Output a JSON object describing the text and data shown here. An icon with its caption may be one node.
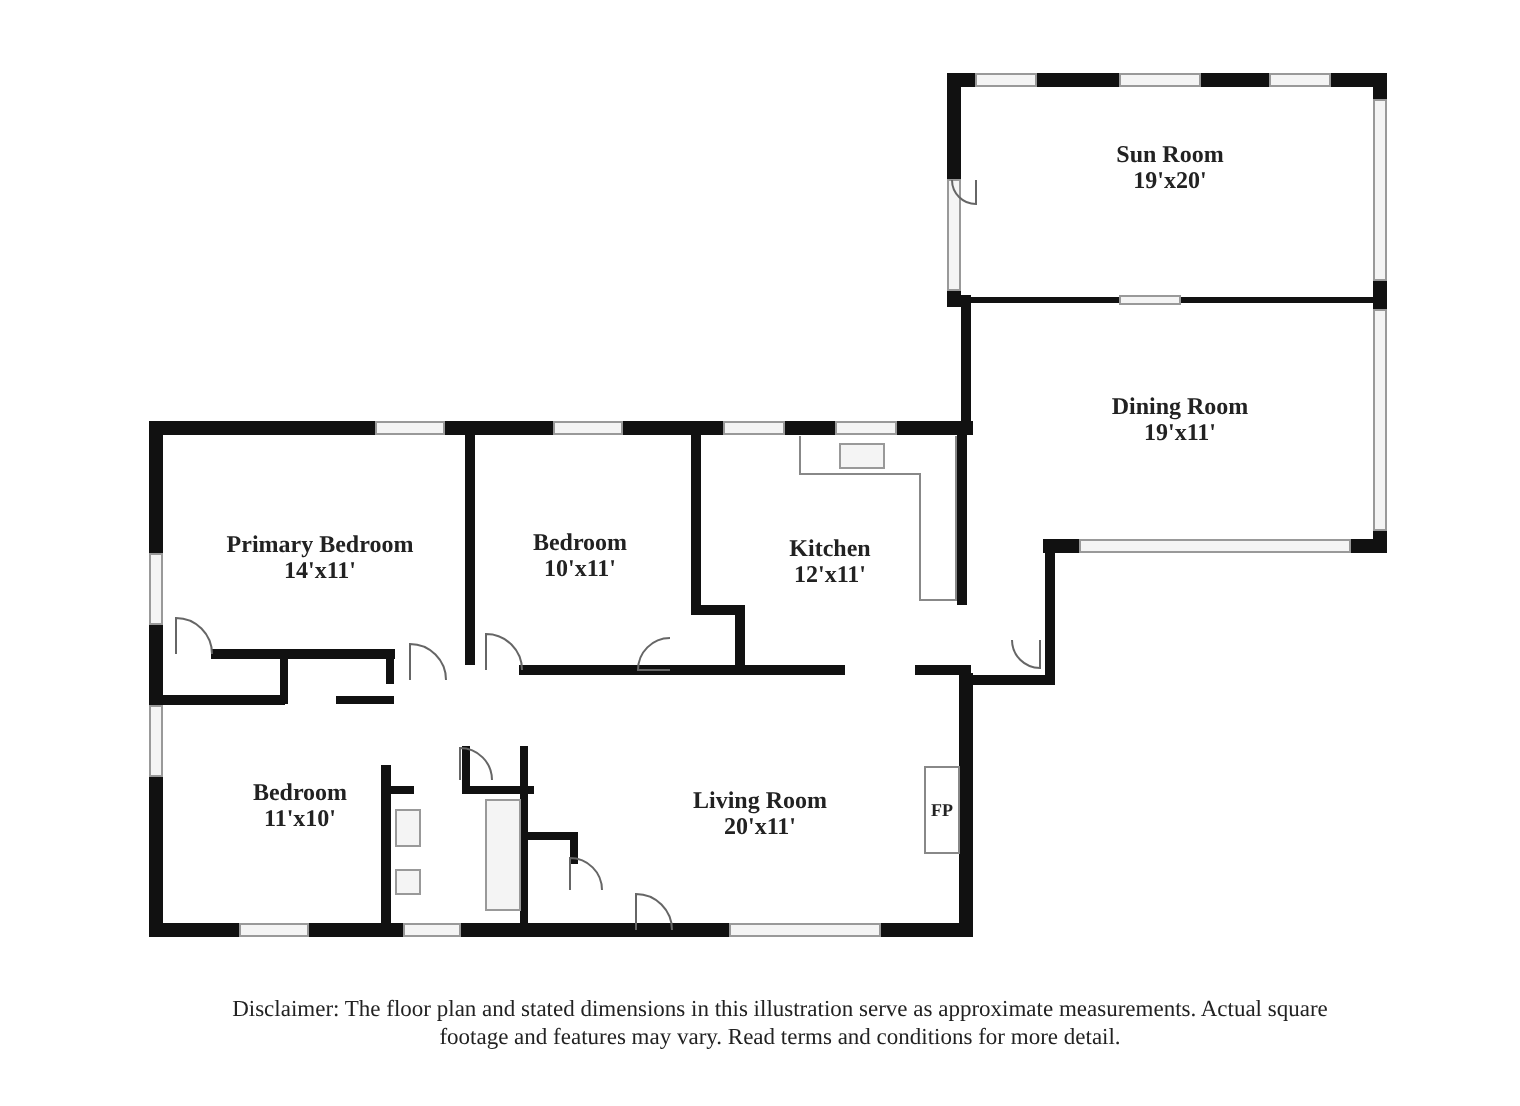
{
  "diagram": {
    "nodes": [
      {
        "text": [
          "Sun Room",
          "19'x20'"
        ]
      },
      {
        "text": [
          "Dining Room",
          "19'x11'"
        ]
      },
      {
        "text": [
          "Primary Bedroom",
          "14'x11'"
        ]
      },
      {
        "text": [
          "Bedroom",
          "10'x11'"
        ]
      },
      {
        "text": [
          "Kitchen",
          "12'x11'"
        ]
      },
      {
        "text": [
          "Bedroom",
          "11'x10'"
        ]
      },
      {
        "text": [
          "Living Room",
          "20'x11'"
        ]
      },
      {
        "text": [
          "FP"
        ]
      }
    ],
    "labels": [
      "Disclaimer: The floor plan and stated dimensions in this illustration serve as approximate measurements. Actual square footage and features may vary. Read terms and conditions for more detail."
    ]
  }
}
